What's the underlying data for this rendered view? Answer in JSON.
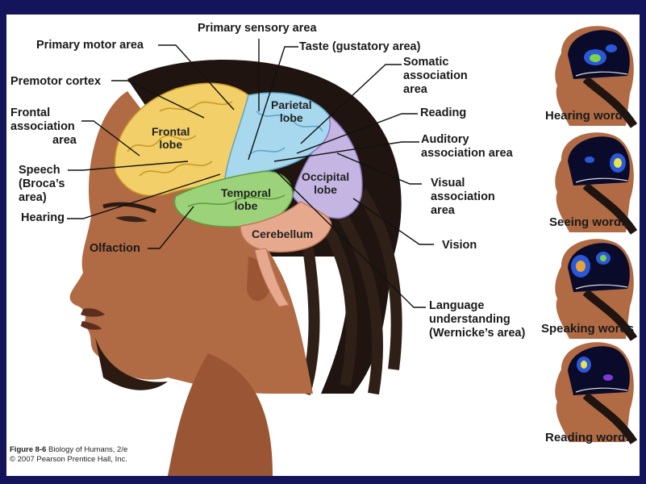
{
  "labels": {
    "primary_sensory_area": "Primary sensory area",
    "primary_motor_area": "Primary motor area",
    "taste": "Taste (gustatory area)",
    "premotor_cortex": "Premotor cortex",
    "somatic_association": [
      "Somatic",
      "association",
      "area"
    ],
    "frontal_association": [
      "Frontal",
      "association",
      "area"
    ],
    "reading": "Reading",
    "auditory_association": [
      "Auditory",
      "association area"
    ],
    "speech": [
      "Speech",
      "(Broca’s",
      "area)"
    ],
    "visual_association": [
      "Visual",
      "association",
      "area"
    ],
    "hearing": "Hearing",
    "olfaction": "Olfaction",
    "vision": "Vision",
    "language_understanding": [
      "Language",
      "understanding",
      "(Wernicke’s area)"
    ]
  },
  "lobes": {
    "frontal": [
      "Frontal",
      "lobe"
    ],
    "parietal": [
      "Parietal",
      "lobe"
    ],
    "occipital": [
      "Occipital",
      "lobe"
    ],
    "temporal": [
      "Temporal",
      "lobe"
    ],
    "cerebellum": "Cerebellum"
  },
  "scans": [
    {
      "caption": "Hearing words"
    },
    {
      "caption": "Seeing words"
    },
    {
      "caption": "Speaking words"
    },
    {
      "caption": "Reading words"
    }
  ],
  "credit": {
    "figure": "Figure 8-6",
    "book": "Biology of Humans, 2/e",
    "copyright": "© 2007 Pearson Prentice Hall, Inc."
  },
  "colors": {
    "frontal": "#f2cf68",
    "parietal": "#a8d8ee",
    "occipital": "#c5b5e2",
    "temporal": "#9bd27a",
    "cerebellum": "#e7a98e",
    "skin": "#b06a44",
    "hair": "#1f1410",
    "scan_bg": "#0a0a2a"
  }
}
